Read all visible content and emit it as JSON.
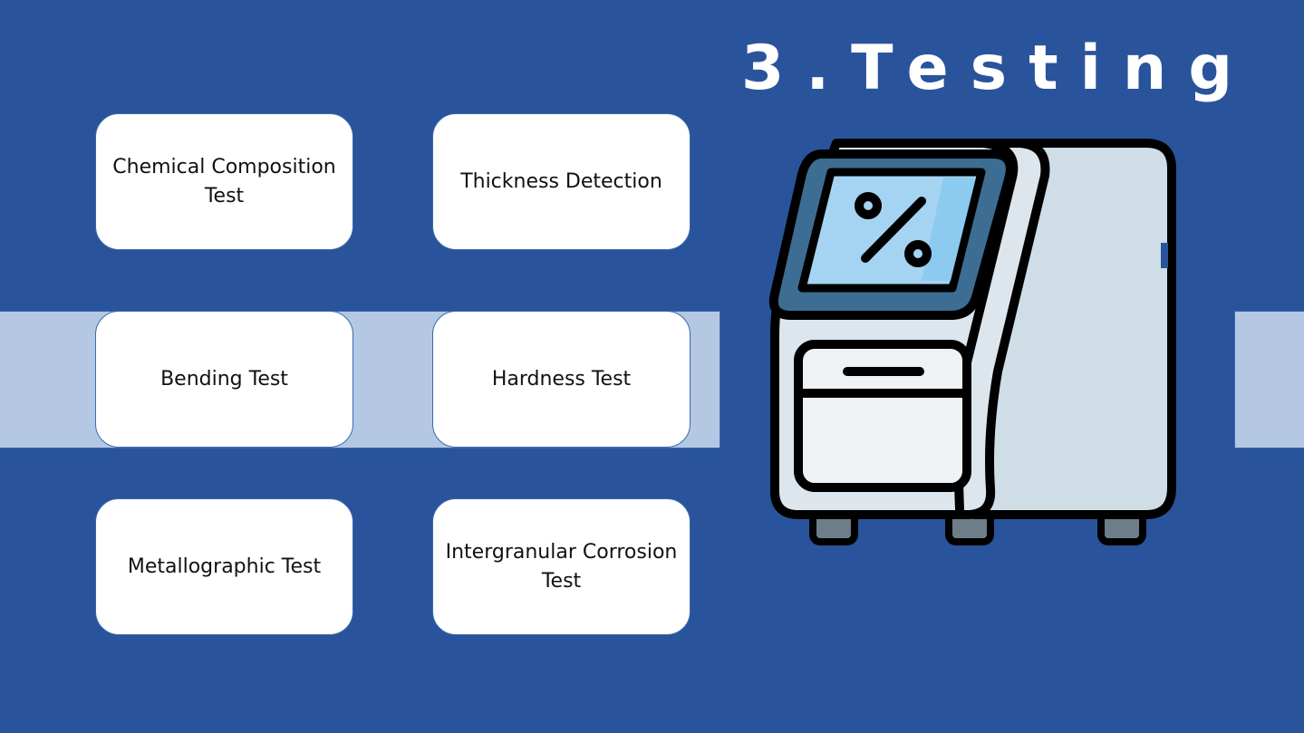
{
  "slide": {
    "title": "3.Testing",
    "colors": {
      "background": "#29549b",
      "band": "#b4c8e3",
      "card": "#ffffff"
    }
  },
  "tests": [
    {
      "label": "Chemical Composition Test"
    },
    {
      "label": "Thickness Detection"
    },
    {
      "label": "Bending Test"
    },
    {
      "label": "Hardness Test"
    },
    {
      "label": "Metallographic Test"
    },
    {
      "label": "Intergranular Corrosion Test"
    }
  ],
  "illustration": {
    "icon": "testing-machine-icon",
    "screen_symbol": "%"
  }
}
